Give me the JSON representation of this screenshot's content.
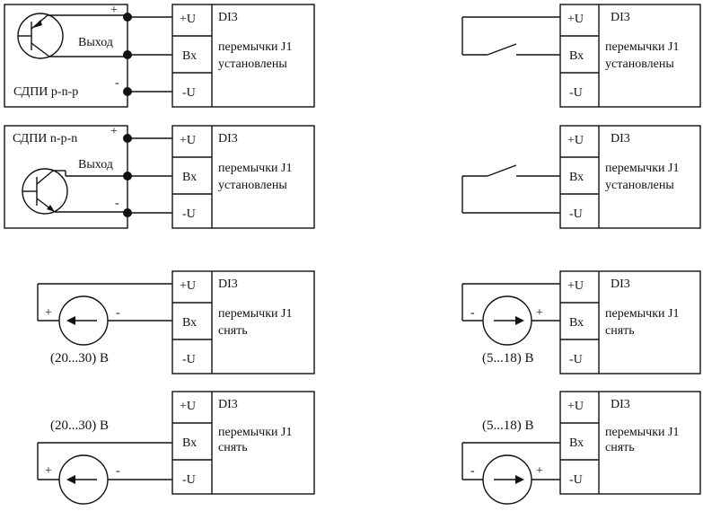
{
  "terminals": {
    "plus_u": "+U",
    "input": "Вх",
    "minus_u": "-U"
  },
  "module_name": "DI3",
  "jumper_text_line1": "перемычки J1",
  "jumper_installed": "установлены",
  "jumper_remove": "снять",
  "sensor_pnp": {
    "label": "СДПИ  p-n-p",
    "output": "Выход",
    "plus": "+",
    "minus": "-"
  },
  "sensor_npn": {
    "label": "СДПИ  n-p-n",
    "output": "Выход",
    "plus": "+",
    "minus": "-"
  },
  "source_high": {
    "voltage": "(20...30) В",
    "plus": "+",
    "minus": "-"
  },
  "source_low": {
    "voltage": "(5...18) В",
    "plus": "+",
    "minus": "-"
  }
}
